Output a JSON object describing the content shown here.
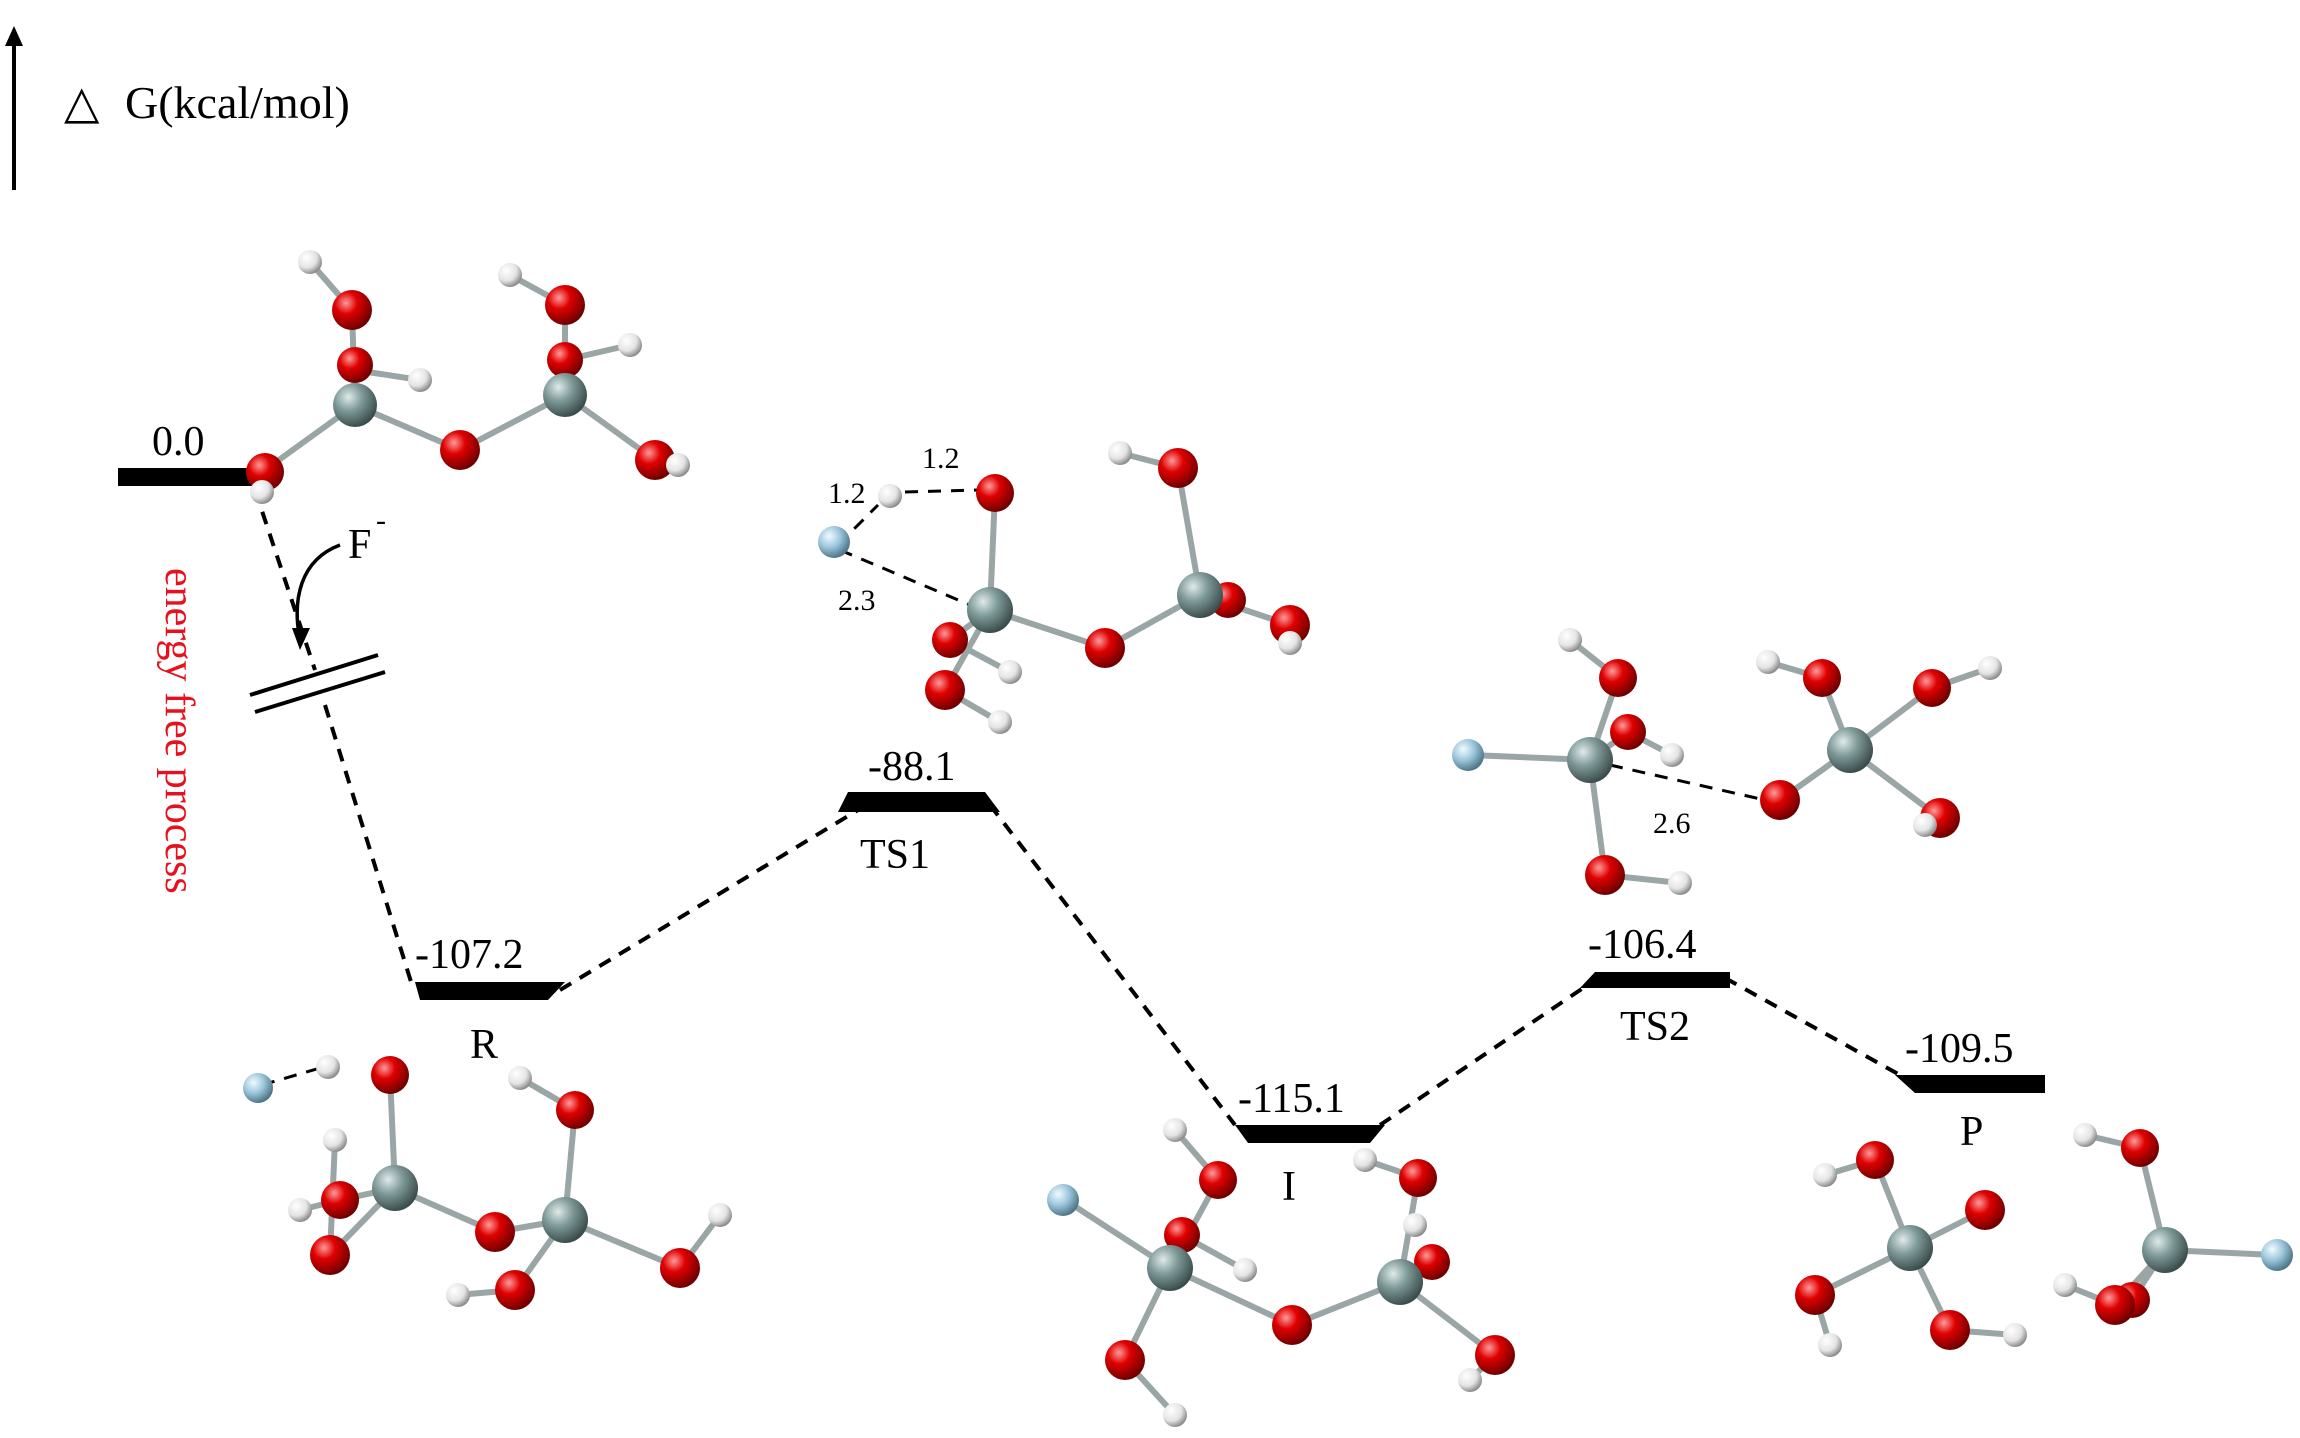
{
  "axis": {
    "label": "G(kcal/mol)",
    "delta_symbol": "△"
  },
  "levels": [
    {
      "id": "start",
      "energy": "0.0",
      "state": ""
    },
    {
      "id": "R",
      "energy": "-107.2",
      "state": "R"
    },
    {
      "id": "TS1",
      "energy": "-88.1",
      "state": "TS1"
    },
    {
      "id": "I",
      "energy": "-115.1",
      "state": "I"
    },
    {
      "id": "TS2",
      "energy": "-106.4",
      "state": "TS2"
    },
    {
      "id": "P",
      "energy": "-109.5",
      "state": "P"
    }
  ],
  "annotations": {
    "fluoride": "F",
    "fluoride_charge": "-",
    "energy_free_process": "energy free process",
    "energy_free_color": "#e8101c"
  },
  "bond_lengths": {
    "ts1_a": "1.2",
    "ts1_b": "1.2",
    "ts1_c": "2.3",
    "ts2": "2.6"
  },
  "atom_colors": {
    "Si": "#7f9a99",
    "O": "#e00000",
    "H": "#f2f2f2",
    "F": "#9cc6dc"
  }
}
